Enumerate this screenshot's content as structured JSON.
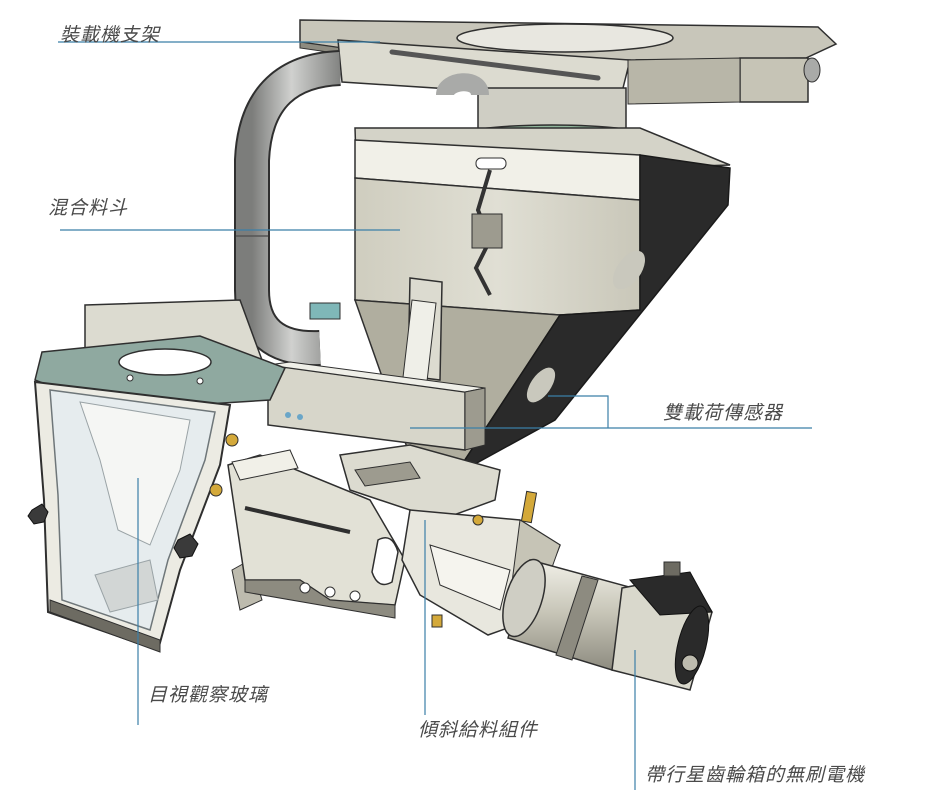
{
  "labels": {
    "mount": "裝載機支架",
    "hopper": "混合料斗",
    "loadcell": "雙載荷傳感器",
    "glass": "目視觀察玻璃",
    "feeder": "傾斜給料組件",
    "motor": "帶行星齒輪箱的無刷電機"
  },
  "colors": {
    "leader_line": "#3b7fa8",
    "body_light": "#dcdbd0",
    "body_mid": "#c6c4b6",
    "body_shadow": "#8d8b80",
    "dark_side": "#2a2a2a",
    "gasket": "#8fb59a",
    "glass": "#e6ecee",
    "pipe": "#a9aaa8",
    "brass": "#d4a93a",
    "outline": "#2f2f2f"
  }
}
